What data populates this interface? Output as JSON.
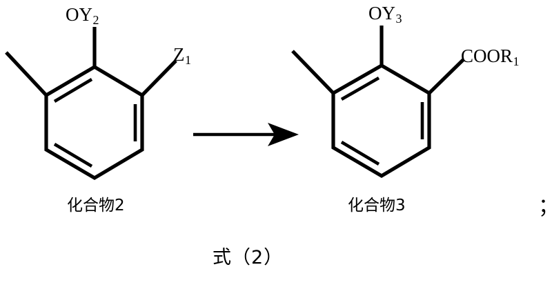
{
  "scheme": {
    "caption": "式（2）",
    "trailing_punctuation": "；",
    "arrow": {
      "name": "reaction-arrow",
      "direction": "right"
    },
    "reactant": {
      "name": "化合物2",
      "ring": "benzene",
      "substituents": [
        {
          "position": "top",
          "label_main": "OY",
          "label_sub": "2"
        },
        {
          "position": "upper-right",
          "label_main": "Z",
          "label_sub": "1"
        },
        {
          "position": "upper-left",
          "label_main": "",
          "label_sub": ""
        }
      ]
    },
    "product": {
      "name": "化合物3",
      "ring": "benzene",
      "substituents": [
        {
          "position": "top",
          "label_main": "OY",
          "label_sub": "3"
        },
        {
          "position": "upper-right",
          "label_main": "COOR",
          "label_sub": "1"
        },
        {
          "position": "upper-left",
          "label_main": "",
          "label_sub": ""
        }
      ]
    }
  },
  "colors": {
    "stroke": "#000000",
    "background": "#ffffff"
  }
}
